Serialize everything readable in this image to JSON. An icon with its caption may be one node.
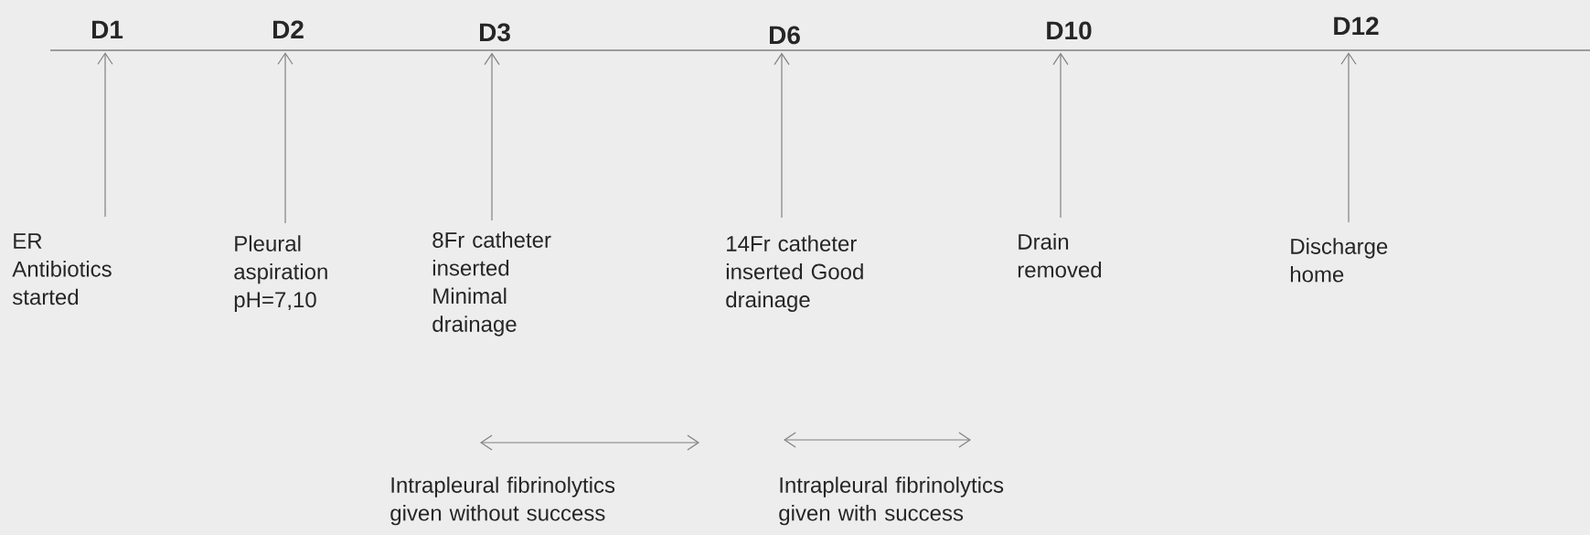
{
  "diagram": {
    "nodes": [
      {
        "text": [
          "D1"
        ]
      },
      {
        "text": [
          "D2"
        ]
      },
      {
        "text": [
          "D3"
        ]
      },
      {
        "text": [
          "D6"
        ]
      },
      {
        "text": [
          "D10"
        ]
      },
      {
        "text": [
          "D12"
        ]
      },
      {
        "text": [
          "ER Antibiotics started"
        ]
      },
      {
        "text": [
          "Pleural aspiration pH=7,10"
        ]
      },
      {
        "text": [
          "8Fr catheter inserted Minimal drainage"
        ]
      },
      {
        "text": [
          "14Fr catheter inserted Good drainage"
        ]
      },
      {
        "text": [
          "Drain removed"
        ]
      },
      {
        "text": [
          "Discharge home"
        ]
      },
      {
        "text": [
          "Intrapleural fibrinolytics given without success"
        ]
      },
      {
        "text": [
          "Intrapleural fibrinolytics given with success"
        ]
      }
    ],
    "edges": [
      {
        "from": 6,
        "to": 0,
        "arrow": "to"
      },
      {
        "from": 7,
        "to": 1,
        "arrow": "to"
      },
      {
        "from": 8,
        "to": 2,
        "arrow": "to"
      },
      {
        "from": 9,
        "to": 3,
        "arrow": "to"
      },
      {
        "from": 10,
        "to": 4,
        "arrow": "to"
      },
      {
        "from": 11,
        "to": 5,
        "arrow": "to"
      }
    ]
  }
}
